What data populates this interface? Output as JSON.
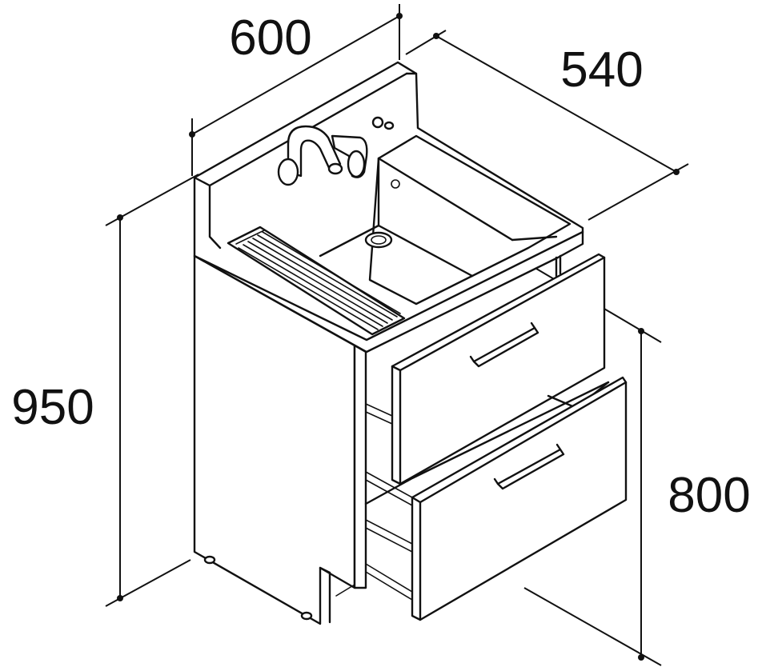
{
  "dimensions": {
    "width": {
      "value": "600"
    },
    "depth": {
      "value": "540"
    },
    "total_height": {
      "value": "950"
    },
    "counter_height": {
      "value": "800"
    }
  }
}
